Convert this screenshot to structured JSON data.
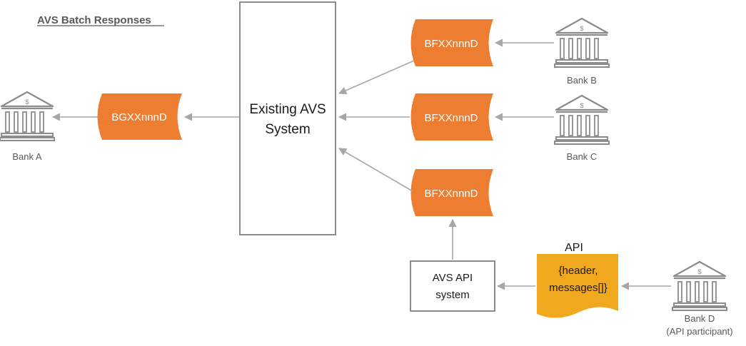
{
  "diagram": {
    "title": "AVS Batch Responses",
    "core_system": {
      "line1": "Existing AVS",
      "line2": "System"
    },
    "outgoing_file": {
      "label": "BGXXnnnD"
    },
    "incoming_files": [
      {
        "label": "BFXXnnnD"
      },
      {
        "label": "BFXXnnnD"
      },
      {
        "label": "BFXXnnnD"
      }
    ],
    "banks": {
      "bank_a": {
        "label": "Bank A"
      },
      "bank_b": {
        "label": "Bank B"
      },
      "bank_c": {
        "label": "Bank C"
      },
      "bank_d": {
        "label": "Bank D",
        "sublabel": "(API participant)"
      }
    },
    "api_system": {
      "line1": "AVS API",
      "line2": "system"
    },
    "api_doc": {
      "heading": "API",
      "line1": "{header,",
      "line2": "messages[]}"
    },
    "colors": {
      "file_fill": "#ed7d31",
      "api_doc_fill": "#f0a81e",
      "box_stroke": "#8c8c8c",
      "arrow": "#a6a6a6",
      "bank_icon": "#8c8c8c"
    }
  }
}
